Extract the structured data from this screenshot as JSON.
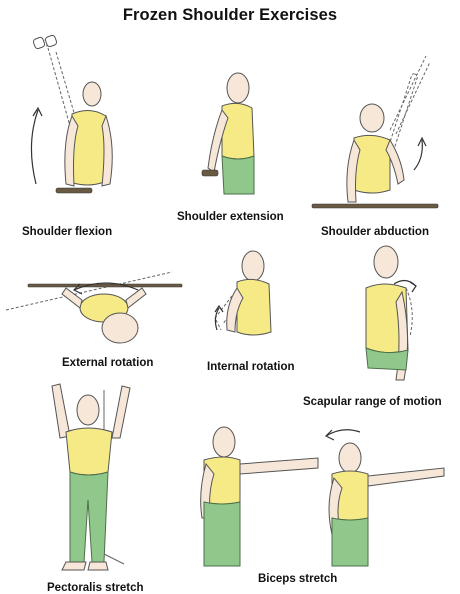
{
  "title": "Frozen Shoulder Exercises",
  "exercises": [
    {
      "name": "shoulder-flexion",
      "label": "Shoulder flexion"
    },
    {
      "name": "shoulder-extension",
      "label": "Shoulder extension"
    },
    {
      "name": "shoulder-abduction",
      "label": "Shoulder abduction"
    },
    {
      "name": "external-rotation",
      "label": "External rotation"
    },
    {
      "name": "internal-rotation",
      "label": "Internal rotation"
    },
    {
      "name": "scapular-range-of-motion",
      "label": "Scapular range of motion"
    },
    {
      "name": "pectoralis-stretch",
      "label": "Pectoralis stretch"
    },
    {
      "name": "biceps-stretch",
      "label": "Biceps stretch"
    }
  ],
  "colors": {
    "shirt": "#f5ea86",
    "skin": "#f6e7d8",
    "pants": "#8fc88a"
  }
}
